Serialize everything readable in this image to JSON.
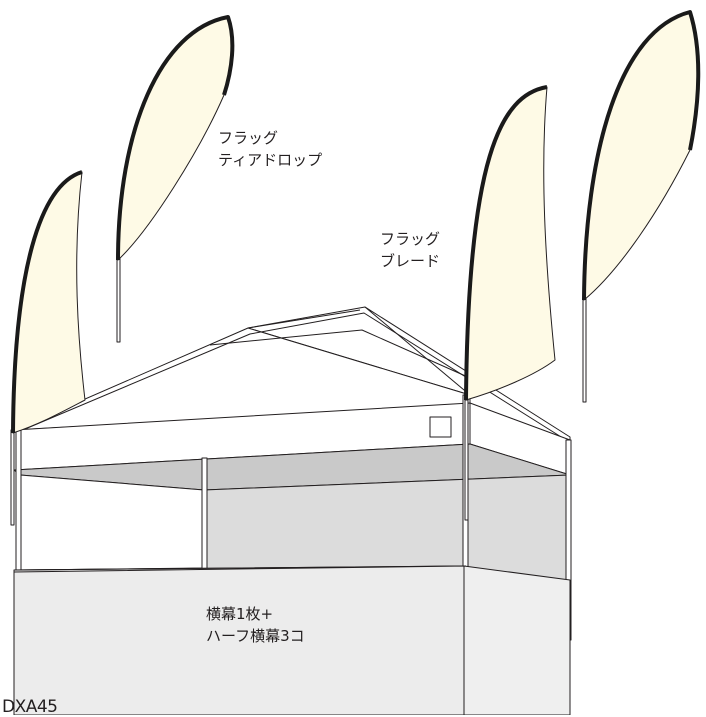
{
  "labels": {
    "teardrop_line1": "フラッグ",
    "teardrop_line2": "ティアドロップ",
    "blade_line1": "フラッグ",
    "blade_line2": "ブレード",
    "wall_line1": "横幕1枚+",
    "wall_line2": "ハーフ横幕3コ",
    "model": "DXA45"
  },
  "colors": {
    "flag_fill": "#fefae6",
    "flag_edge": "#1a1a1a",
    "outline": "#231f20",
    "panel_gray": "#dcdcdc",
    "skirt_gray": "#efefef",
    "inner_band": "#c9c9c9",
    "text": "#231f20"
  }
}
